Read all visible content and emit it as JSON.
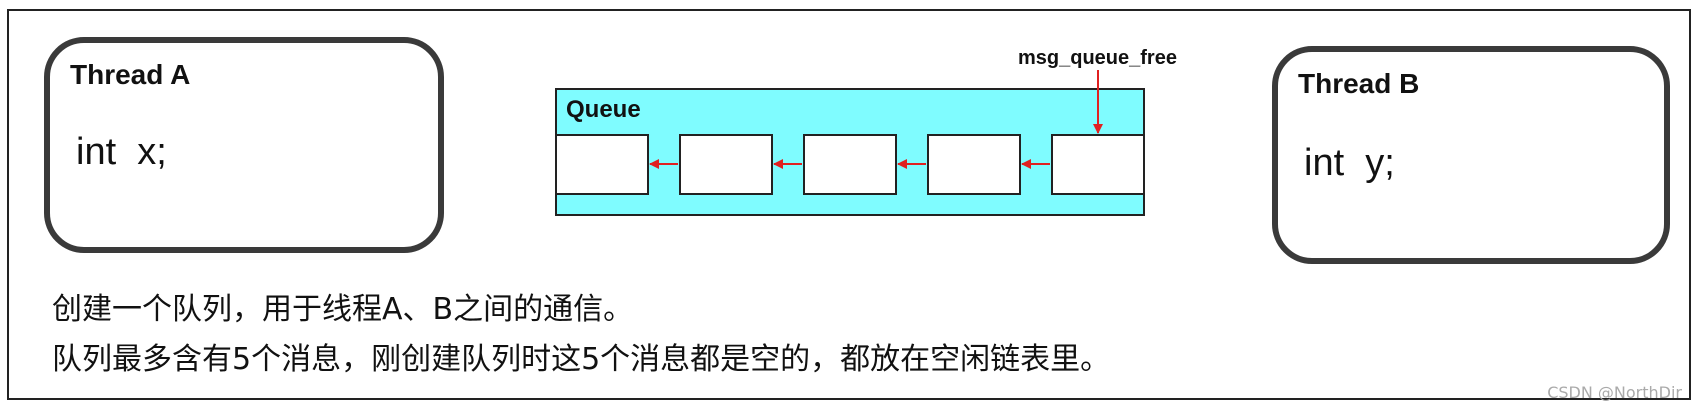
{
  "thread_a": {
    "title": "Thread A",
    "code": "int  x;"
  },
  "thread_b": {
    "title": "Thread B",
    "code": "int  y;"
  },
  "queue": {
    "title": "Queue",
    "pointer_label": "msg_queue_free",
    "slot_count": 5
  },
  "description": {
    "line1": "创建一个队列，用于线程A、B之间的通信。",
    "line2": "队列最多含有5个消息，刚创建队列时这5个消息都是空的，都放在空闲链表里。"
  },
  "watermark": "CSDN @NorthDir",
  "colors": {
    "queue_fill": "#7ffcff",
    "arrow": "#e02020",
    "border": "#3a3a3a"
  }
}
